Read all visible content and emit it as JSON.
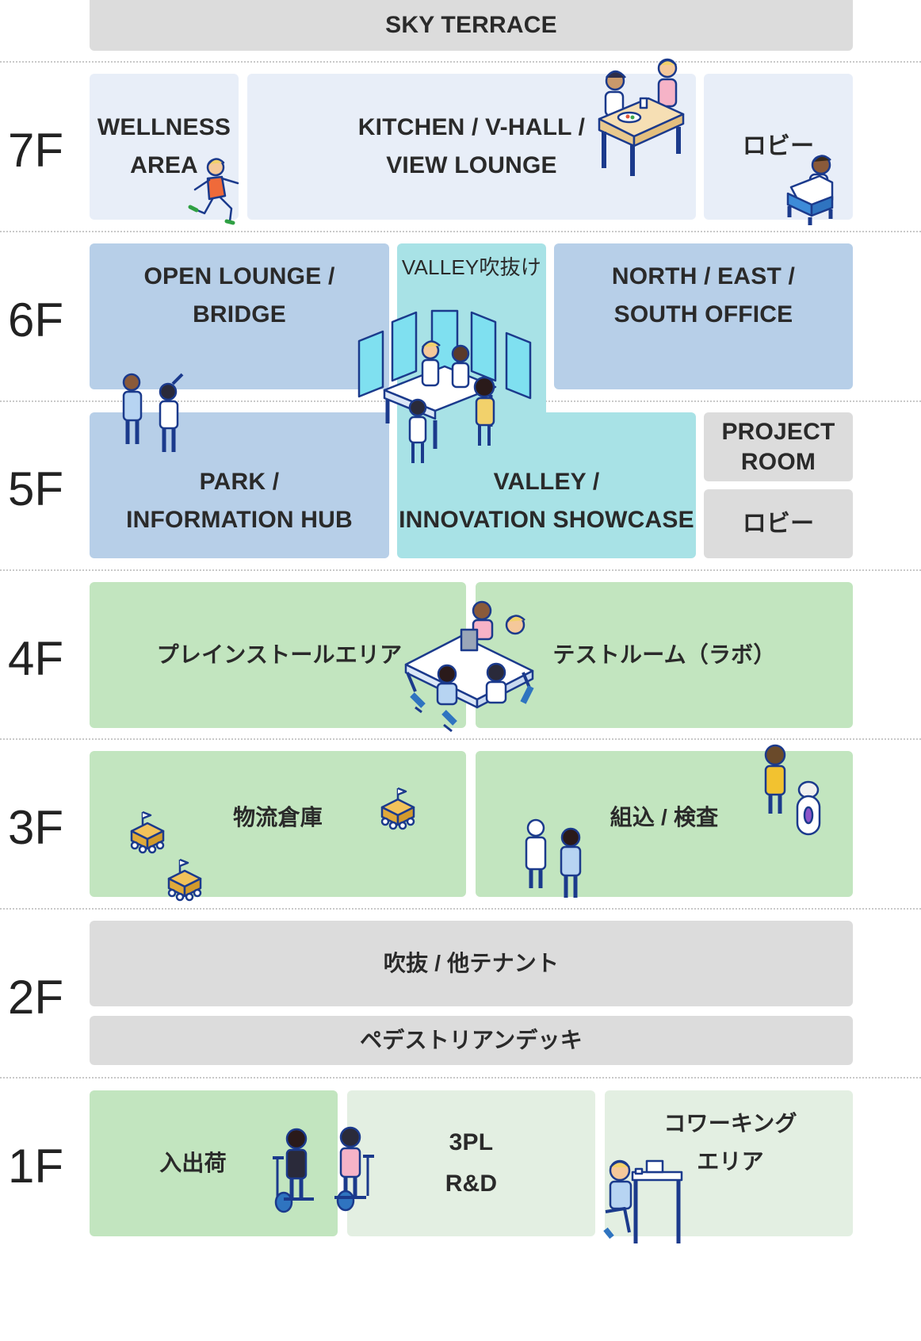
{
  "floors": {
    "f7": "7F",
    "f6": "6F",
    "f5": "5F",
    "f4": "4F",
    "f3": "3F",
    "f2": "2F",
    "f1": "1F"
  },
  "rooms": {
    "sky_terrace": "SKY TERRACE",
    "wellness": "WELLNESS\nAREA",
    "kitchen": "KITCHEN / V-HALL /\nVIEW LOUNGE",
    "lobby7": "ロビー",
    "open_lounge": "OPEN LOUNGE /\nBRIDGE",
    "valley_atrium": "VALLEY吹抜け",
    "office": "NORTH / EAST /\nSOUTH OFFICE",
    "park": "PARK /\nINFORMATION HUB",
    "valley": "VALLEY /\nINNOVATION SHOWCASE",
    "project_room": "PROJECT\nROOM",
    "lobby5": "ロビー",
    "preinstall": "プレインストールエリア",
    "testroom": "テストルーム（ラボ）",
    "warehouse": "物流倉庫",
    "assembly": "組込 / 検査",
    "atrium_tenant": "吹抜 / 他テナント",
    "deck": "ペデストリアンデッキ",
    "shipping": "入出荷",
    "rd": "3PL\nR&D",
    "coworking": "コワーキング\nエリア"
  },
  "colors": {
    "gray": "#dcdcdc",
    "pale_blue": "#e8eef8",
    "blue": "#b7cfe8",
    "teal": "#a8e2e6",
    "green": "#c2e5bf",
    "pale_green": "#e3efe2",
    "outline": "#1b3a8c"
  },
  "icons": [
    "runner-icon",
    "dining-table-icon",
    "lounge-chair-icon",
    "glass-screens-icon",
    "people-group-icon",
    "desk-team-icon",
    "delivery-robot-icon",
    "worker-icon",
    "service-robot-icon",
    "segway-rider-icon",
    "coworking-desk-icon"
  ]
}
